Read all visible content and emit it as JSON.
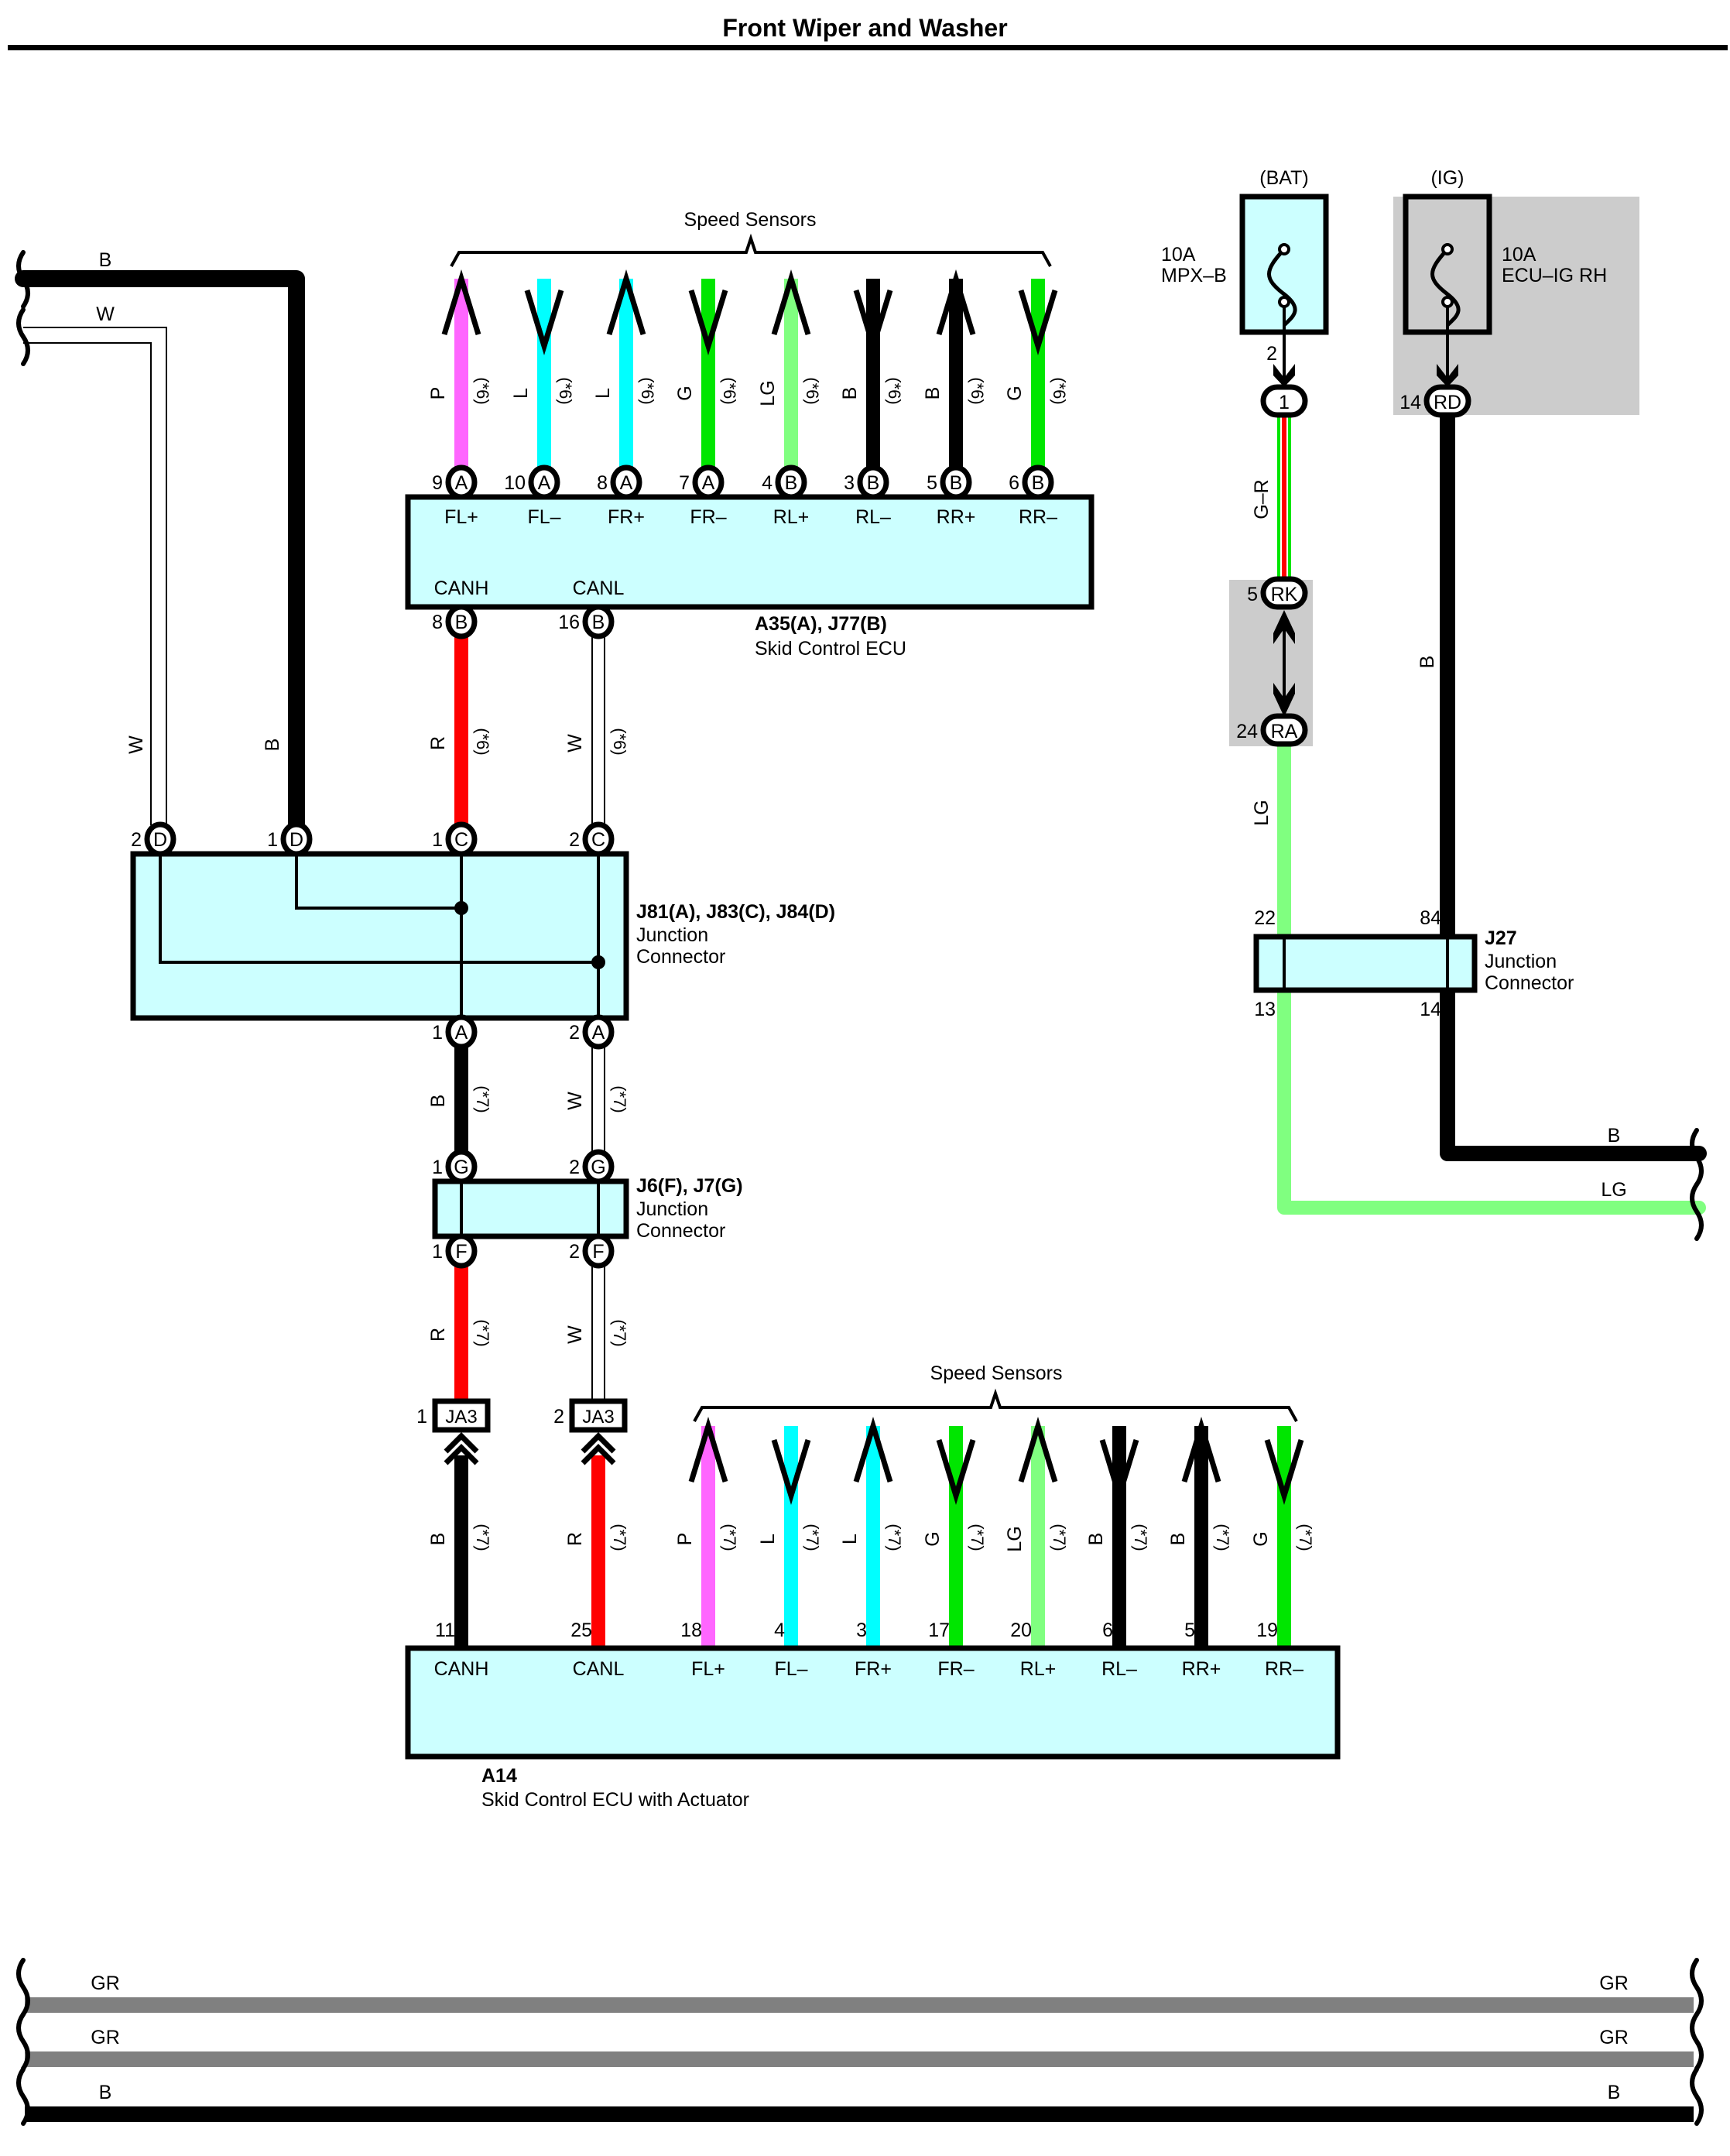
{
  "page_title": "Front Wiper and Washer",
  "colors": {
    "P": "#ff66ff",
    "L": "#00ffff",
    "G": "#00e600",
    "LG": "#80ff80",
    "B": "#000000",
    "R": "#ff0000",
    "W": "#ffffff",
    "GR": "#808080",
    "component_fill": "#ccffff",
    "shade": "#cccccc"
  },
  "top_sensors": {
    "label": "Speed Sensors",
    "wires": [
      {
        "color": "P",
        "note": "(*6)",
        "pin": "9",
        "conn": "A",
        "signal": "FL+",
        "arrow": "up"
      },
      {
        "color": "L",
        "note": "(*6)",
        "pin": "10",
        "conn": "A",
        "signal": "FL–",
        "arrow": "down"
      },
      {
        "color": "L",
        "note": "(*6)",
        "pin": "8",
        "conn": "A",
        "signal": "FR+",
        "arrow": "up"
      },
      {
        "color": "G",
        "note": "(*6)",
        "pin": "7",
        "conn": "A",
        "signal": "FR–",
        "arrow": "down"
      },
      {
        "color": "LG",
        "note": "(*6)",
        "pin": "4",
        "conn": "B",
        "signal": "RL+",
        "arrow": "up"
      },
      {
        "color": "B",
        "note": "(*6)",
        "pin": "3",
        "conn": "B",
        "signal": "RL–",
        "arrow": "down"
      },
      {
        "color": "B",
        "note": "(*6)",
        "pin": "5",
        "conn": "B",
        "signal": "RR+",
        "arrow": "up"
      },
      {
        "color": "G",
        "note": "(*6)",
        "pin": "6",
        "conn": "B",
        "signal": "RR–",
        "arrow": "down"
      }
    ]
  },
  "skid_ecu": {
    "id": "A35(A), J77(B)",
    "name": "Skid Control ECU",
    "can": [
      {
        "signal": "CANH",
        "pin": "8",
        "conn": "B",
        "color": "R",
        "note": "(*6)"
      },
      {
        "signal": "CANL",
        "pin": "16",
        "conn": "B",
        "color": "W",
        "note": "(*6)"
      }
    ]
  },
  "j81": {
    "id": "J81(A), J83(C), J84(D)",
    "name_line1": "Junction",
    "name_line2": "Connector",
    "top_pins": [
      {
        "pin": "2",
        "conn": "D",
        "color": "W"
      },
      {
        "pin": "1",
        "conn": "D",
        "color": "B"
      },
      {
        "pin": "1",
        "conn": "C"
      },
      {
        "pin": "2",
        "conn": "C"
      }
    ],
    "bottom_pins": [
      {
        "pin": "1",
        "conn": "A",
        "color": "B",
        "note": "(*7)"
      },
      {
        "pin": "2",
        "conn": "A",
        "color": "W",
        "note": "(*7)"
      }
    ]
  },
  "left_harness": [
    {
      "color": "B"
    },
    {
      "color": "W"
    }
  ],
  "j6": {
    "id": "J6(F), J7(G)",
    "name_line1": "Junction",
    "name_line2": "Connector",
    "top_pins": [
      {
        "pin": "1",
        "conn": "G"
      },
      {
        "pin": "2",
        "conn": "G"
      }
    ],
    "bottom_pins": [
      {
        "pin": "1",
        "conn": "F",
        "color": "R",
        "note": "(*7)"
      },
      {
        "pin": "2",
        "conn": "F",
        "color": "W",
        "note": "(*7)"
      }
    ]
  },
  "ja3": [
    {
      "pin": "1",
      "label": "JA3"
    },
    {
      "pin": "2",
      "label": "JA3"
    }
  ],
  "bottom_sensors": {
    "label": "Speed Sensors"
  },
  "actuator_ecu": {
    "id": "A14",
    "name": "Skid Control ECU with Actuator",
    "wires": [
      {
        "color": "B",
        "note": "(*7)",
        "pin": "11",
        "signal": "CANH",
        "arrow": "none"
      },
      {
        "color": "R",
        "note": "(*7)",
        "pin": "25",
        "signal": "CANL",
        "arrow": "none"
      },
      {
        "color": "P",
        "note": "(*7)",
        "pin": "18",
        "signal": "FL+",
        "arrow": "up"
      },
      {
        "color": "L",
        "note": "(*7)",
        "pin": "4",
        "signal": "FL–",
        "arrow": "down"
      },
      {
        "color": "L",
        "note": "(*7)",
        "pin": "3",
        "signal": "FR+",
        "arrow": "up"
      },
      {
        "color": "G",
        "note": "(*7)",
        "pin": "17",
        "signal": "FR–",
        "arrow": "down"
      },
      {
        "color": "LG",
        "note": "(*7)",
        "pin": "20",
        "signal": "RL+",
        "arrow": "up"
      },
      {
        "color": "B",
        "note": "(*7)",
        "pin": "6",
        "signal": "RL–",
        "arrow": "down"
      },
      {
        "color": "B",
        "note": "(*7)",
        "pin": "5",
        "signal": "RR+",
        "arrow": "up"
      },
      {
        "color": "G",
        "note": "(*7)",
        "pin": "19",
        "signal": "RR–",
        "arrow": "down"
      }
    ]
  },
  "fuses": [
    {
      "source": "(BAT)",
      "rating": "10A",
      "name": "MPX–B",
      "out_pin": "2",
      "conn_pin": "",
      "conn": "1"
    },
    {
      "source": "(IG)",
      "rating": "10A",
      "name": "ECU–IG RH",
      "conn_pin": "14",
      "conn": "RD"
    }
  ],
  "bat_wire": {
    "color_label": "G–R"
  },
  "rk_ra": {
    "rk_pin": "5",
    "rk": "RK",
    "ra_pin": "24",
    "ra": "RA",
    "wire_label": "LG"
  },
  "ig_wire": {
    "color_label": "B"
  },
  "j27": {
    "id": "J27",
    "name_line1": "Junction",
    "name_line2": "Connector",
    "pins": {
      "top_left": "22",
      "top_right": "84",
      "bottom_left": "13",
      "bottom_right": "14"
    }
  },
  "right_out": [
    {
      "label": "B"
    },
    {
      "label": "LG"
    }
  ],
  "bus_lines": [
    {
      "label_left": "GR",
      "label_right": "GR",
      "color": "GR"
    },
    {
      "label_left": "GR",
      "label_right": "GR",
      "color": "GR"
    },
    {
      "label_left": "B",
      "label_right": "B",
      "color": "B"
    }
  ]
}
